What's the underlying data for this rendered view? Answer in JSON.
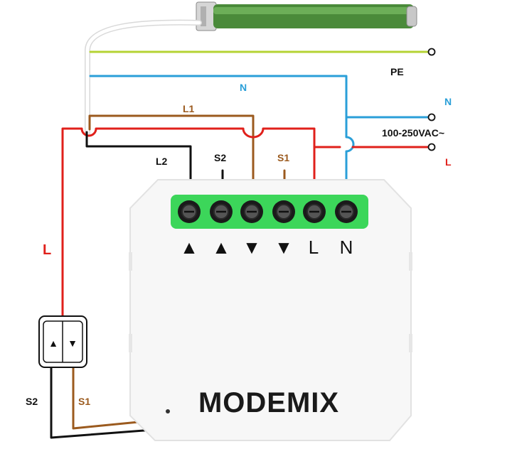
{
  "labels": {
    "pe": "PE",
    "n_top": "N",
    "n_supply": "N",
    "voltage": "100-250VAC~",
    "l_supply": "L",
    "l1": "L1",
    "l2": "L2",
    "s2_top": "S2",
    "s1_top": "S1",
    "l_left": "L",
    "s2_bottom": "S2",
    "s1_bottom": "S1"
  },
  "terminals": {
    "t1": "▲",
    "t2": "▲",
    "t3": "▼",
    "t4": "▼",
    "t5": "L",
    "t6": "N"
  },
  "switch": {
    "up": "▲",
    "down": "▼"
  },
  "brand": "MODEMIX",
  "colors": {
    "pe_wire": "#b5d334",
    "neutral_wire": "#2a9fd8",
    "live_wire": "#e0201b",
    "l1_wire": "#9b5a1e",
    "black_wire": "#111111",
    "terminal_block": "#3cd65a",
    "motor_tube": "#4a8a3a",
    "label_brown": "#9b5a1e",
    "label_blue": "#2a9fd8",
    "label_red": "#e0201b"
  },
  "icons": {
    "motor": "tubular-motor-icon",
    "switch": "up-down-switch-icon"
  }
}
